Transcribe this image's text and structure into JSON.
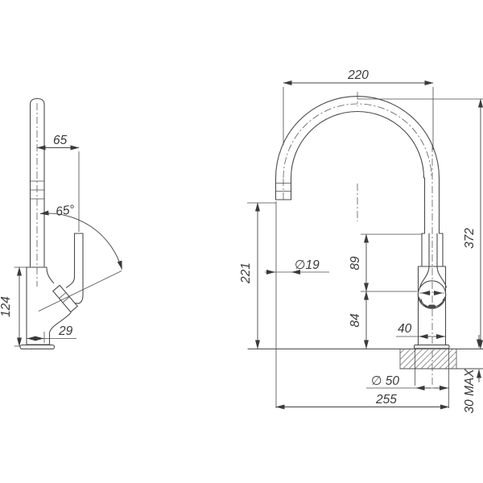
{
  "drawing": {
    "type": "technical-dimension-drawing",
    "subject": "kitchen gooseneck sink mixer tap — side elevation and front elevation with installation dimensions",
    "units": "mm",
    "labels": {
      "spout_reach": "220",
      "outlet_clearance": "221",
      "outlet_diameter": "∅19",
      "outlet_to_handle": "89",
      "handle_to_bench": "84",
      "body_width": "40",
      "overall_height": "372",
      "base_diameter": "∅ 50",
      "overall_depth": "255",
      "bench_thickness": "30 MAX",
      "side_offset": "65",
      "handle_swing": "65°",
      "body_height": "124",
      "base_offset": "29"
    },
    "colors": {
      "line": "#4a4a4a",
      "text": "#3a3a3a",
      "background": "#ffffff",
      "part_fill": "#ececec"
    }
  }
}
